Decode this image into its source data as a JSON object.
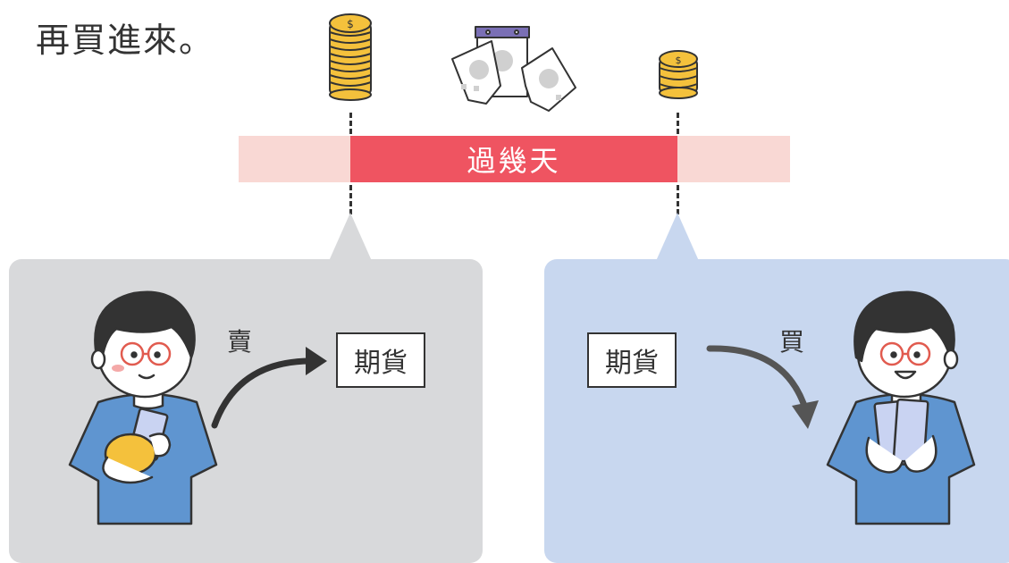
{
  "heading": "再買進來。",
  "timeline": {
    "label": "過幾天"
  },
  "left_panel": {
    "action": "賣",
    "item": "期貨"
  },
  "right_panel": {
    "action": "買",
    "item": "期貨"
  },
  "colors": {
    "band_light": "#f9d8d4",
    "band_dark": "#ef5461",
    "panel_left": "#d8d9db",
    "panel_right": "#c8d7ef",
    "coin": "#f4c13c",
    "shirt": "#5f95d0"
  },
  "icons": [
    "coin-stack-icon",
    "calendar-icon",
    "person-wallet-icon",
    "person-cash-icon",
    "curved-arrow-icon"
  ]
}
